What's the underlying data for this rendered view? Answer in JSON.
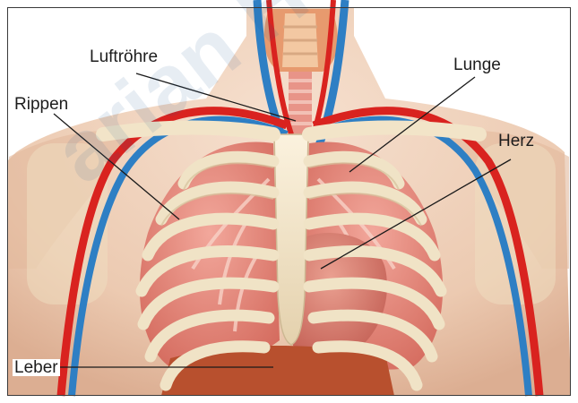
{
  "figure": {
    "labels": {
      "luftroehre": "Luftröhre",
      "lunge": "Lunge",
      "rippen": "Rippen",
      "herz": "Herz",
      "leber": "Leber"
    },
    "watermark": "arian Hea",
    "colors": {
      "skin": "#f1d2bb",
      "bone": "#f0e3c6",
      "lung": "#e6867a",
      "heart": "#d8796d",
      "liver": "#b8502e",
      "vein": "#2e7fc4",
      "artery": "#d9231f",
      "leader_line": "#1a1a1a"
    }
  }
}
